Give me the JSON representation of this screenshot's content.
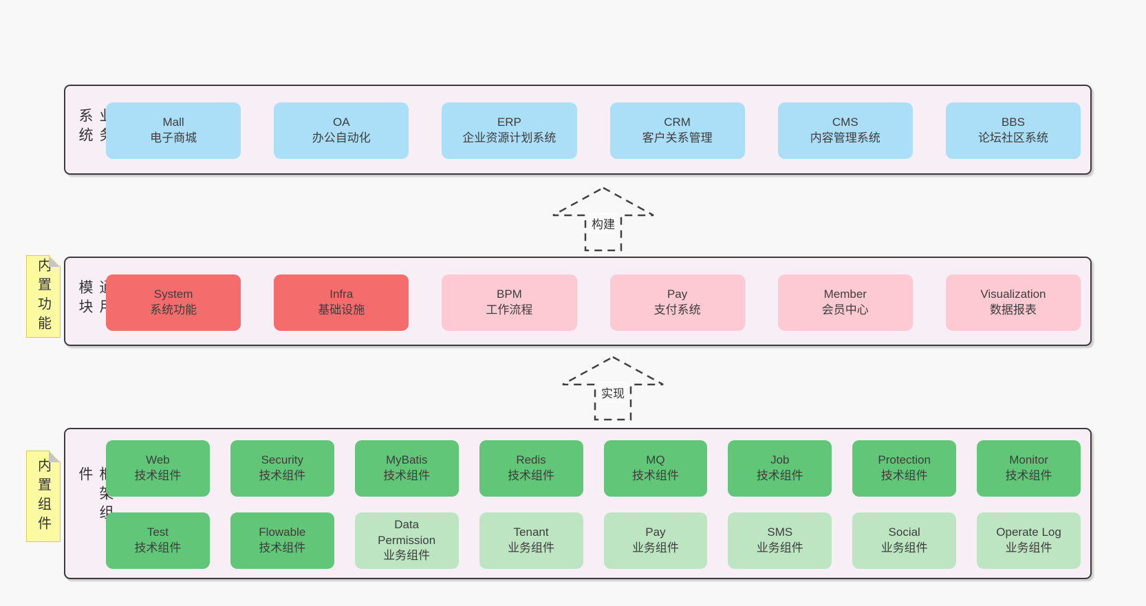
{
  "colors": {
    "page_bg": "#f8f8f8",
    "section_bg": "#f8eef6",
    "section_border": "#3a3a3a",
    "blue_box": "#abdef7",
    "red_box": "#f56c6c",
    "pink_box": "#fdcad3",
    "green_box": "#61c677",
    "light_green_box": "#bde5c1",
    "sticky_note": "#fbf9a2",
    "text": "#3d3d3d"
  },
  "sections": [
    {
      "label": "业务系统",
      "boxes": [
        {
          "name": "Mall",
          "desc": "电子商城"
        },
        {
          "name": "OA",
          "desc": "办公自动化"
        },
        {
          "name": "ERP",
          "desc": "企业资源计划系统"
        },
        {
          "name": "CRM",
          "desc": "客户关系管理"
        },
        {
          "name": "CMS",
          "desc": "内容管理系统"
        },
        {
          "name": "BBS",
          "desc": "论坛社区系统"
        }
      ]
    },
    {
      "label": "通用模块",
      "note": "内置功能",
      "boxes": [
        {
          "name": "System",
          "desc": "系统功能"
        },
        {
          "name": "Infra",
          "desc": "基础设施"
        },
        {
          "name": "BPM",
          "desc": "工作流程"
        },
        {
          "name": "Pay",
          "desc": "支付系统"
        },
        {
          "name": "Member",
          "desc": "会员中心"
        },
        {
          "name": "Visualization",
          "desc": "数据报表"
        }
      ]
    },
    {
      "label": "框架组件",
      "note": "内置组件",
      "rows": [
        [
          {
            "name": "Web",
            "desc": "技术组件"
          },
          {
            "name": "Security",
            "desc": "技术组件"
          },
          {
            "name": "MyBatis",
            "desc": "技术组件"
          },
          {
            "name": "Redis",
            "desc": "技术组件"
          },
          {
            "name": "MQ",
            "desc": "技术组件"
          },
          {
            "name": "Job",
            "desc": "技术组件"
          },
          {
            "name": "Protection",
            "desc": "技术组件"
          },
          {
            "name": "Monitor",
            "desc": "技术组件"
          }
        ],
        [
          {
            "name": "Test",
            "desc": "技术组件"
          },
          {
            "name": "Flowable",
            "desc": "技术组件"
          },
          {
            "name": "Data\nPermission",
            "desc": "业务组件"
          },
          {
            "name": "Tenant",
            "desc": "业务组件"
          },
          {
            "name": "Pay",
            "desc": "业务组件"
          },
          {
            "name": "SMS",
            "desc": "业务组件"
          },
          {
            "name": "Social",
            "desc": "业务组件"
          },
          {
            "name": "Operate Log",
            "desc": "业务组件"
          }
        ]
      ]
    }
  ],
  "arrows": [
    {
      "label": "构建"
    },
    {
      "label": "实现"
    }
  ]
}
